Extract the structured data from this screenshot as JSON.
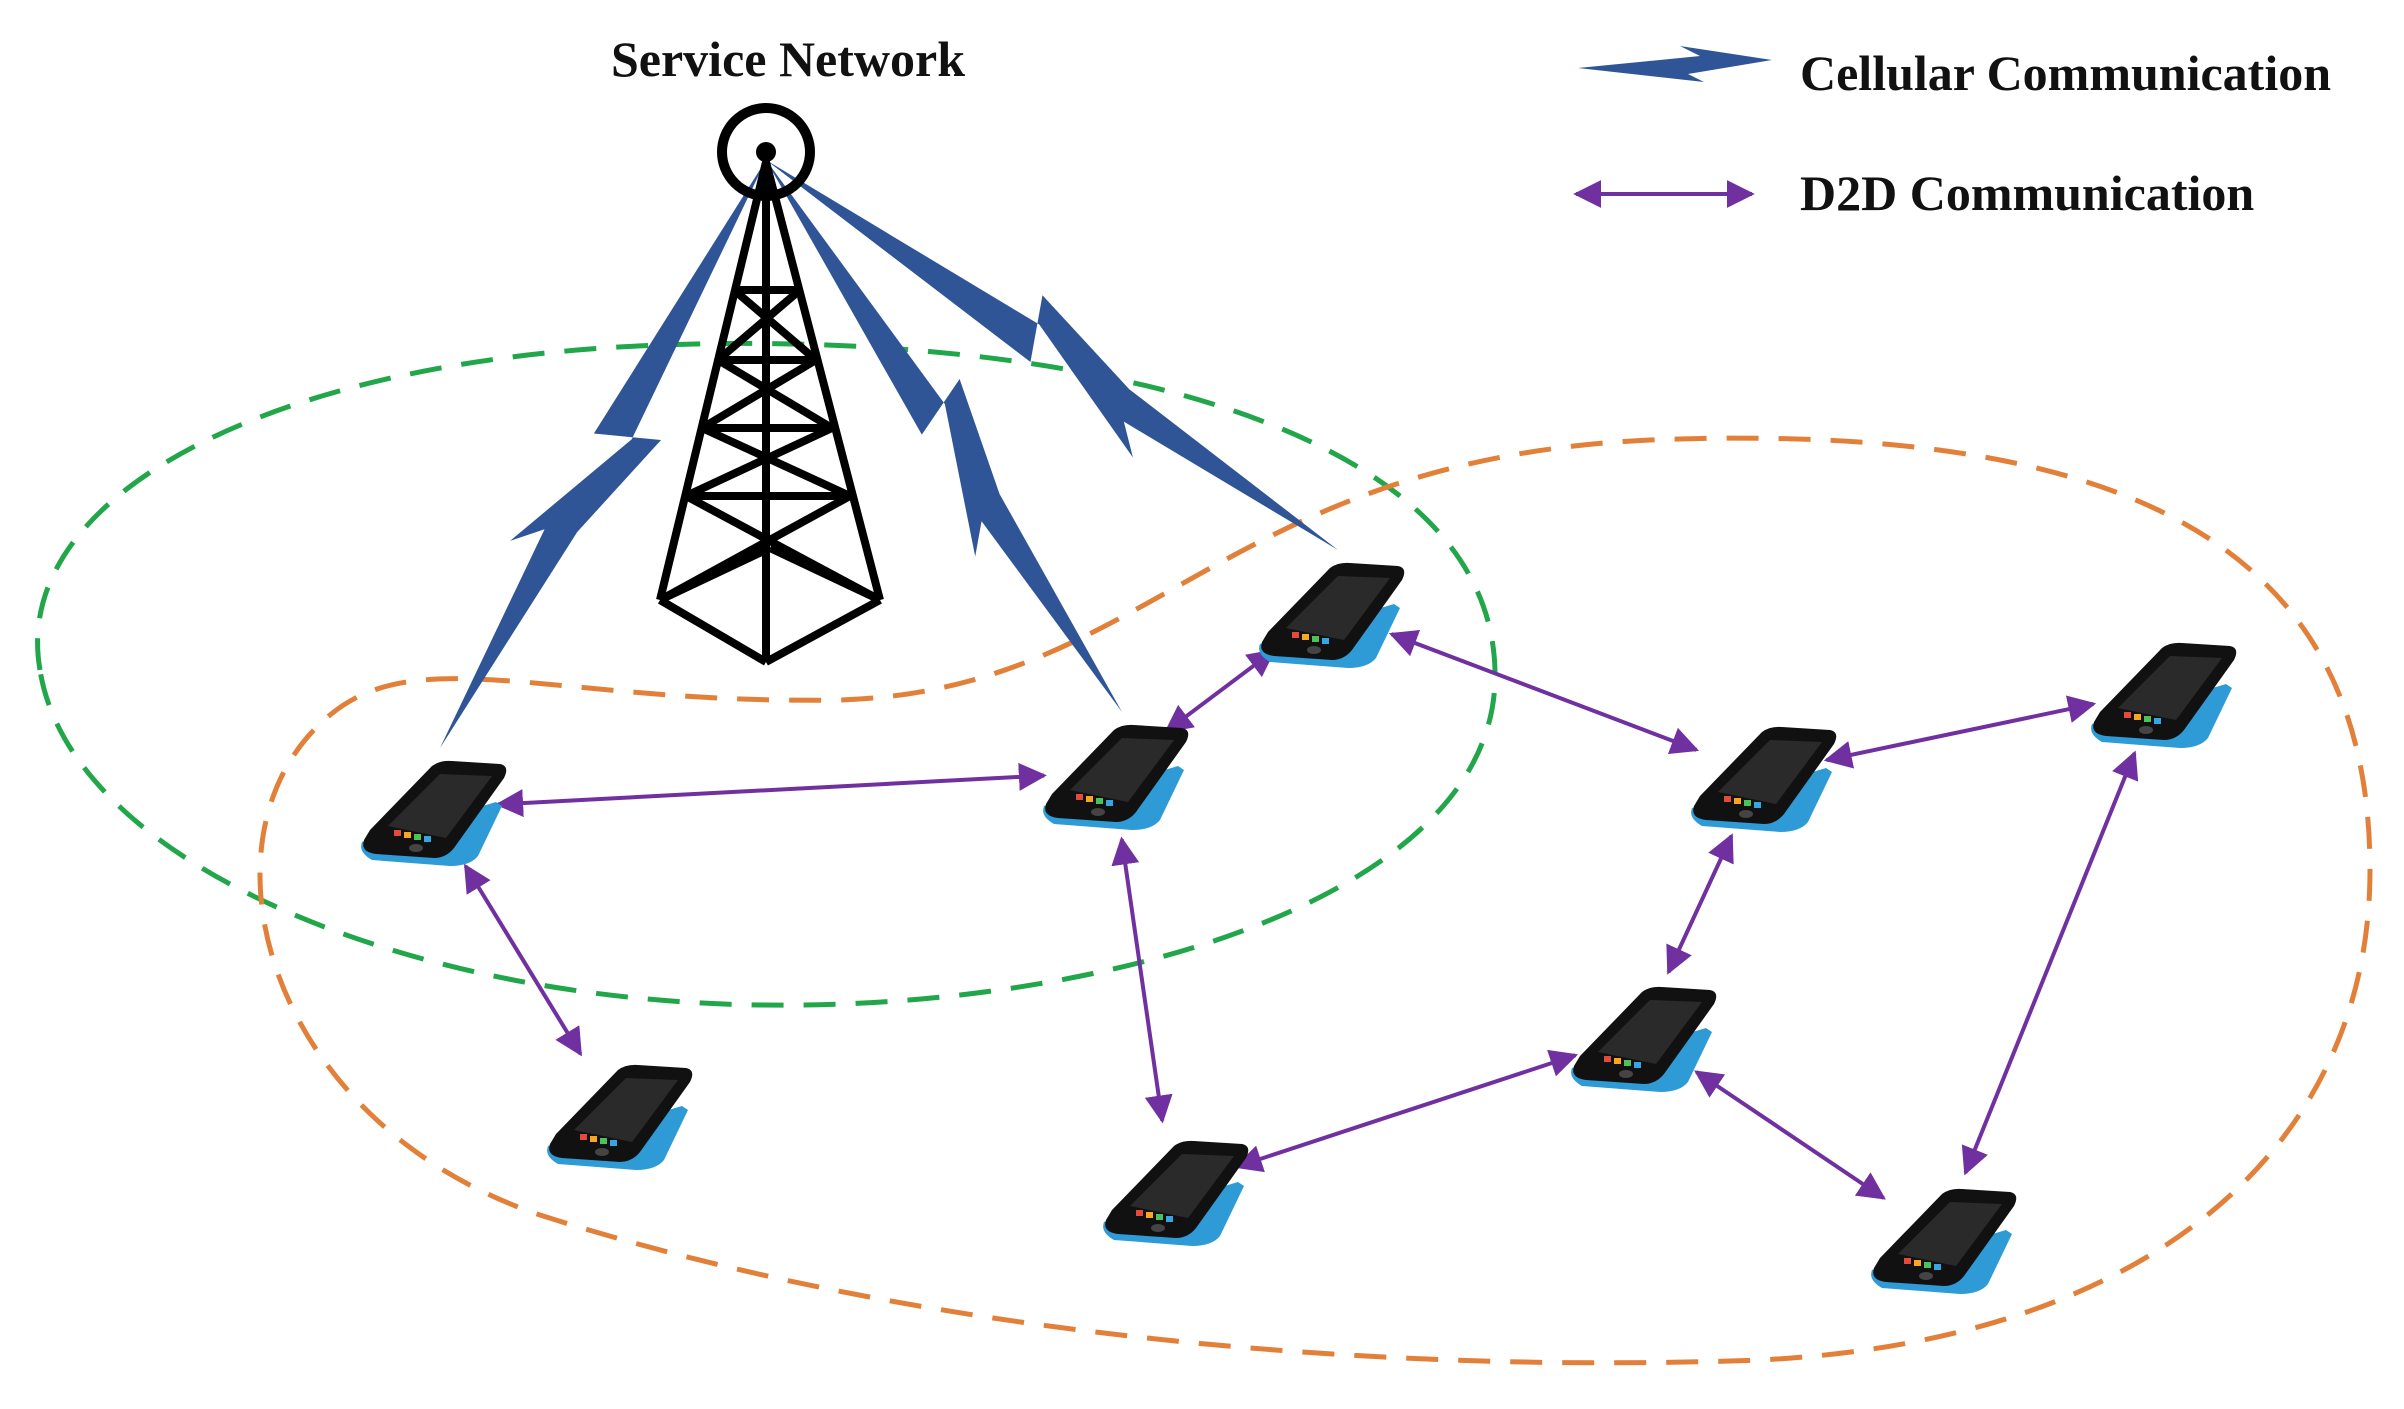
{
  "title": "Service Network",
  "legend": {
    "cellular_label": "Cellular Communication",
    "d2d_label": "D2D Communication"
  },
  "colors": {
    "cellular": "#2F5597",
    "d2d": "#7030A0",
    "cluster_green": "#22A64A",
    "cluster_orange": "#E2803A",
    "tower": "#000000",
    "phone_screen": "#1a1a1a",
    "phone_base": "#2E9BD6"
  },
  "devices": [
    {
      "id": "d1"
    },
    {
      "id": "d2"
    },
    {
      "id": "d3"
    },
    {
      "id": "d4"
    },
    {
      "id": "d5"
    },
    {
      "id": "d6"
    },
    {
      "id": "d7"
    },
    {
      "id": "d8"
    },
    {
      "id": "d9"
    },
    {
      "id": "d10"
    }
  ],
  "cellular_links": [
    {
      "to": "d1"
    },
    {
      "to": "d2"
    },
    {
      "to": "d3"
    }
  ],
  "d2d_links": [
    {
      "from": "d1",
      "to": "d2"
    },
    {
      "from": "d2",
      "to": "d3"
    },
    {
      "from": "d1",
      "to": "d5"
    },
    {
      "from": "d2",
      "to": "d6"
    },
    {
      "from": "d3",
      "to": "d4"
    },
    {
      "from": "d4",
      "to": "d7"
    },
    {
      "from": "d4",
      "to": "d8"
    },
    {
      "from": "d8",
      "to": "d6"
    },
    {
      "from": "d8",
      "to": "d9"
    },
    {
      "from": "d7",
      "to": "d9"
    }
  ]
}
